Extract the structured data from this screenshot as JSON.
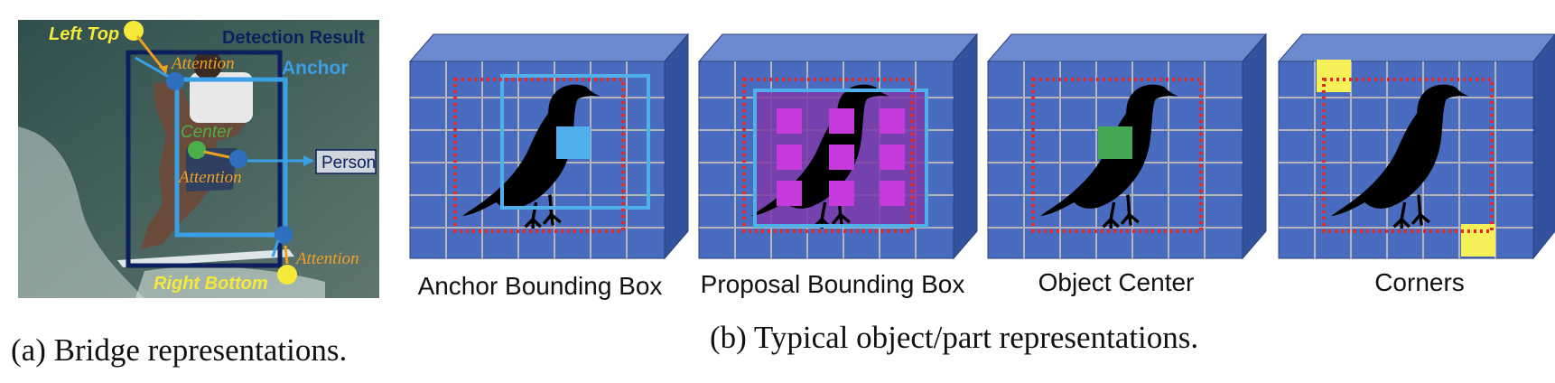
{
  "panel_a": {
    "labels": {
      "left_top": "Left Top",
      "detection_result": "Detection Result",
      "anchor": "Anchor",
      "attention_1": "Attention",
      "center": "Center",
      "attention_2": "Attention",
      "person": "Person",
      "attention_3": "Attention",
      "right_bottom": "Right Bottom"
    },
    "caption": "(a) Bridge representations."
  },
  "panel_b": {
    "labels": [
      "Anchor Bounding Box",
      "Proposal Bounding Box",
      "Object Center",
      "Corners"
    ],
    "caption": "(b) Typical object/part representations."
  },
  "colors": {
    "photo_bg": "#3f5a55",
    "detection_box": "#0d1f5c",
    "anchor_box": "#3aa0e6",
    "keypoint": "#f5e93a",
    "attention_text": "#f0a020",
    "center_text": "#49b049",
    "feature_front": "#4a6cc0",
    "feature_top": "#6b8ad0",
    "feature_side": "#32529e",
    "dotted_red": "#e12a2a",
    "proposal_fill": "#7c3aa8",
    "part_square": "#c63adc",
    "center_square": "#44a853",
    "corner_square": "#f5f05a",
    "anchor_square": "#4fb0ea"
  }
}
